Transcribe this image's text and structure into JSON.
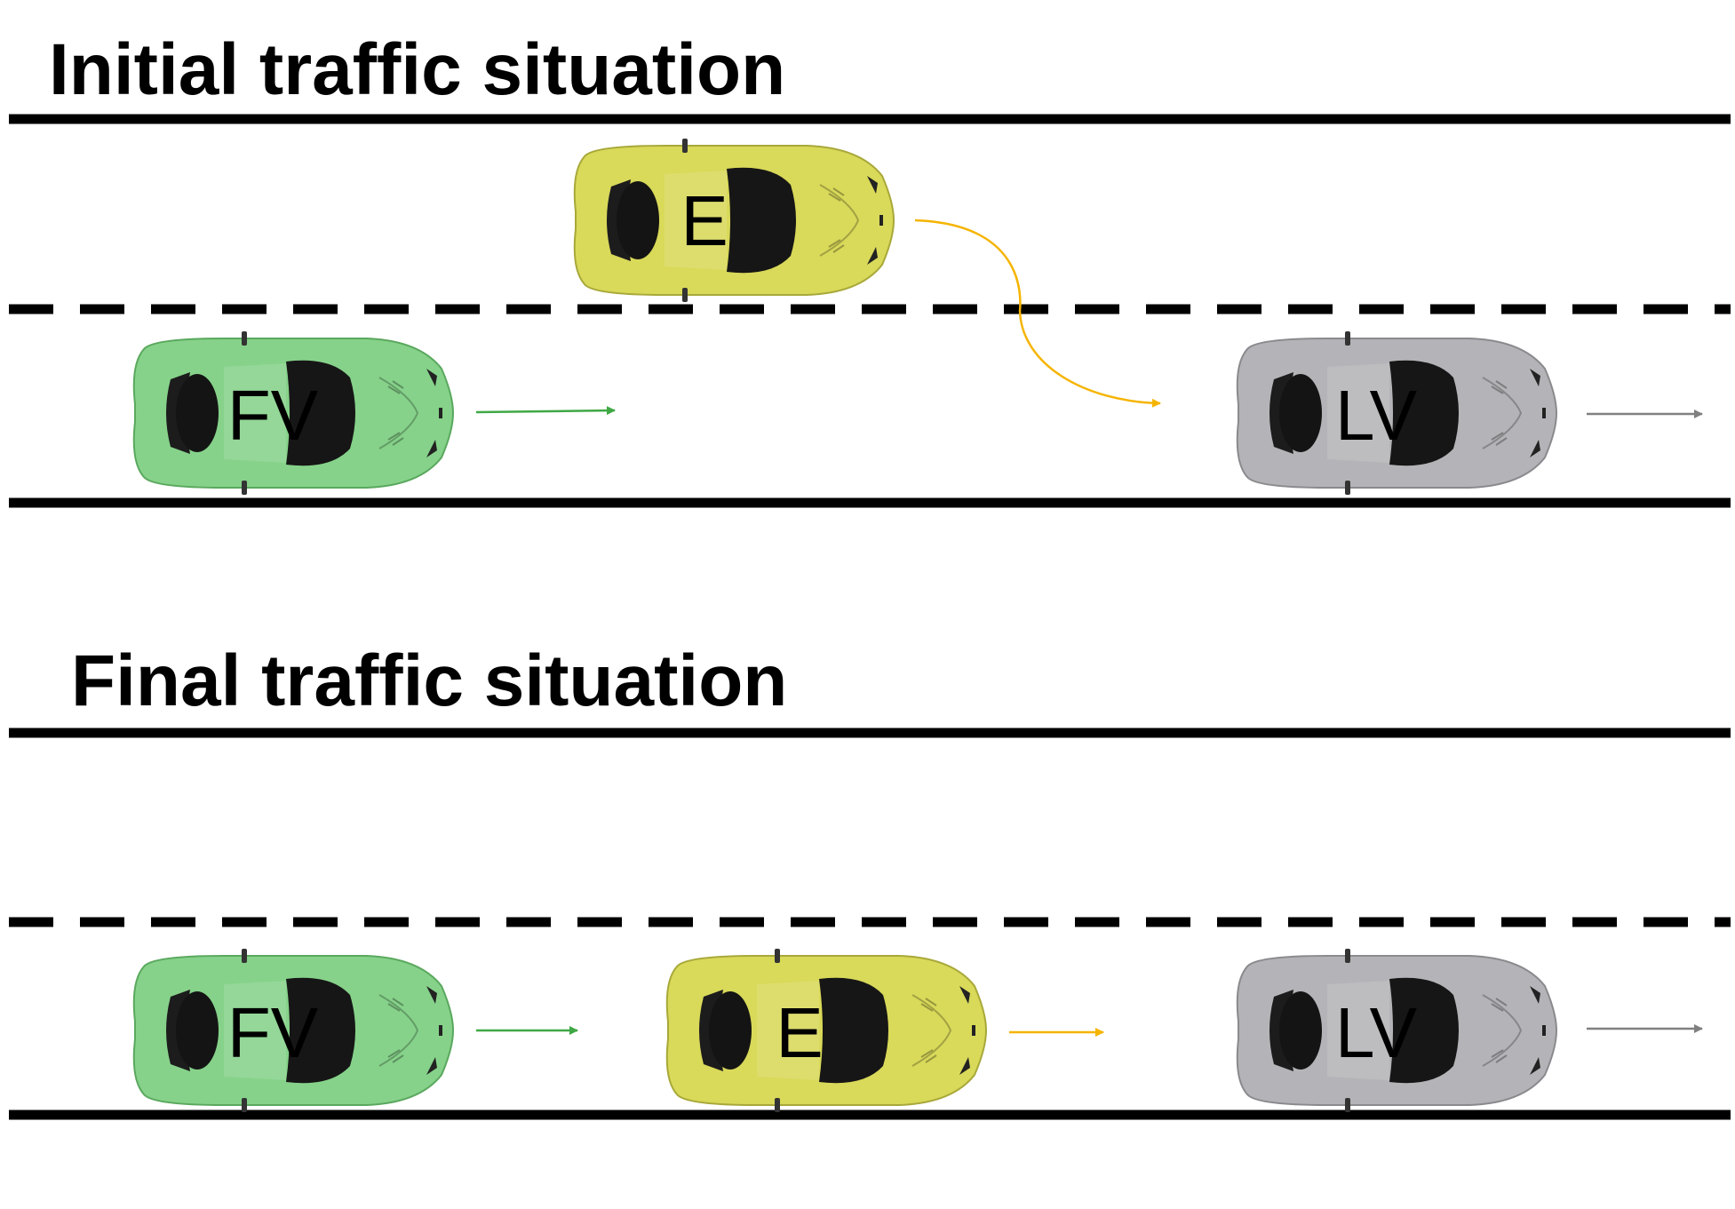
{
  "panels": [
    {
      "id": "initial",
      "title": "Initial traffic situation",
      "vehicles": [
        {
          "id": "ego",
          "label": "E",
          "color": "#d9d95a"
        },
        {
          "id": "follower",
          "label": "FV",
          "color": "#86d28a"
        },
        {
          "id": "leader",
          "label": "LV",
          "color": "#b4b4b8"
        }
      ]
    },
    {
      "id": "final",
      "title": "Final traffic situation",
      "vehicles": [
        {
          "id": "follower",
          "label": "FV",
          "color": "#86d28a"
        },
        {
          "id": "ego",
          "label": "E",
          "color": "#d9d95a"
        },
        {
          "id": "leader",
          "label": "LV",
          "color": "#b4b4b8"
        }
      ]
    }
  ],
  "colors": {
    "ego_arrow": "#f5b400",
    "follower_arrow": "#3fa845",
    "leader_arrow": "#808080",
    "road_line": "#000000"
  }
}
